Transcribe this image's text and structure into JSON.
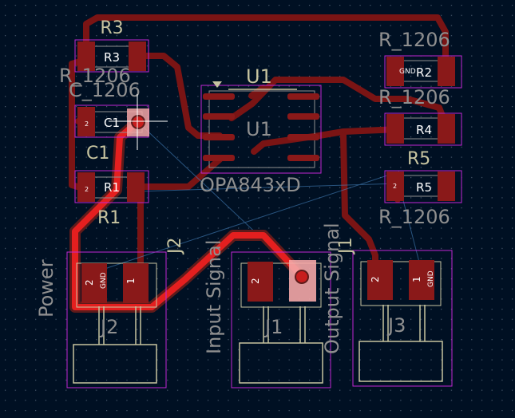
{
  "colors": {
    "background": "#001023",
    "grid_dot": "#4a5a6e",
    "copper_track": "#7a1414",
    "copper_pad": "#b51c1c",
    "highlight_track": "#e41f1f",
    "highlight_glow": "#f4a7a7",
    "silkscreen": "#c7c4a0",
    "fab_text": "#8f8f8f",
    "courtyard": "#c026d3",
    "ratsnest": "#4a8bc9"
  },
  "labels": {
    "r3_ref": "R3",
    "r3_val": "R_1206",
    "c1_val": "C_1206",
    "c1_ref": "C1",
    "c1_silk": "C1",
    "r1_ref": "R1",
    "r1_silk": "R1",
    "u1_ref": "U1",
    "u1_ref_fab": "U1",
    "u1_val": "OPA843xD",
    "r2_ref": "R2",
    "r2_val": "R_1206",
    "r4_ref": "R4",
    "r4_val": "R_1206",
    "r5_ref": "R5",
    "r5_silk": "R5",
    "r5_val": "R_1206",
    "j1_ref": "J1",
    "j1_silk": "J1",
    "j1_val": "Input Signal",
    "j2_ref": "J2",
    "j2_silk": "J2",
    "j2_val": "Power",
    "j3_ref": "J3",
    "j3_silk": "J3",
    "j3_val": "Output Signal"
  },
  "pads": {
    "pin1": "1",
    "pin2": "2",
    "gnd": "GND"
  },
  "cursor": "crosshair-cursor"
}
